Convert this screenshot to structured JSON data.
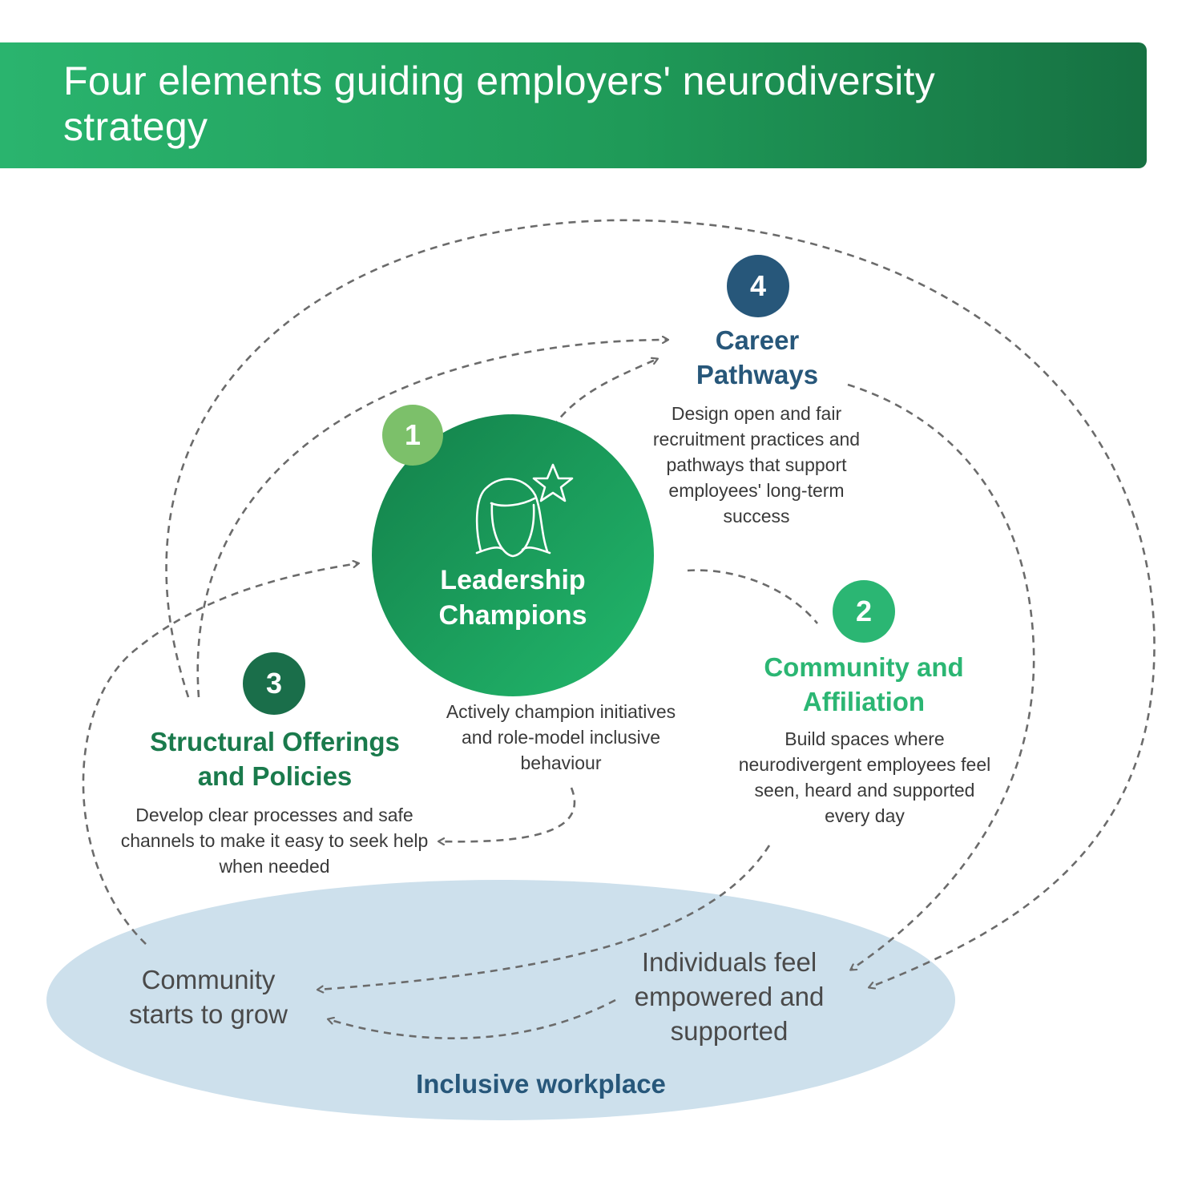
{
  "title": "Four elements guiding employers' neurodiversity strategy",
  "center": {
    "number": "1",
    "title": "Leadership Champions",
    "description": "Actively champion initiatives and role-model inclusive behaviour",
    "icon": "leader-with-star-icon"
  },
  "elements": {
    "community": {
      "number": "2",
      "title": "Community and Affiliation",
      "description": "Build spaces where neurodivergent employees feel seen, heard and supported every day"
    },
    "structural": {
      "number": "3",
      "title": "Structural Offerings and Policies",
      "description": "Develop clear processes and safe channels to make it easy to seek help when needed"
    },
    "career": {
      "number": "4",
      "title": "Career Pathways",
      "description": "Design open and fair recruitment practices and pathways that support employees' long-term success"
    }
  },
  "workplace": {
    "label": "Inclusive workplace",
    "outcome_left": "Community starts to grow",
    "outcome_right": "Individuals feel empowered and supported"
  },
  "colors": {
    "banner_green": "#1f9a58",
    "badge_1": "#7cc06a",
    "badge_2": "#2bb673",
    "badge_3": "#1a6e4a",
    "badge_4": "#27577a",
    "heading_green_dark": "#1a7a4c",
    "heading_green": "#2bb673",
    "heading_blue": "#27577a",
    "ellipse": "#cde0ec",
    "arrow": "#6b6b6b"
  }
}
